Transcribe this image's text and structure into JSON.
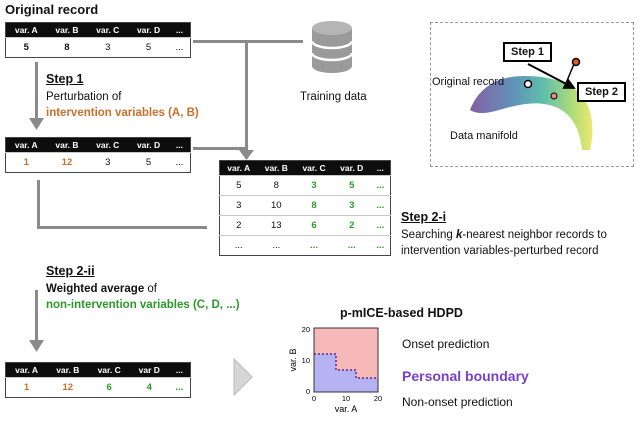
{
  "original_record": {
    "title": "Original record",
    "headers": [
      "var. A",
      "var. B",
      "var. C",
      "var. D",
      "..."
    ],
    "row": [
      "5",
      "8",
      "3",
      "5",
      "..."
    ]
  },
  "step1": {
    "title": "Step 1",
    "line1": "Perturbation of",
    "line2": "intervention variables (A, B)",
    "headers": [
      "var. A",
      "var. B",
      "var. C",
      "var. D",
      "..."
    ],
    "row": [
      "1",
      "12",
      "3",
      "5",
      "..."
    ]
  },
  "training": {
    "label": "Training data",
    "icon": "database-icon"
  },
  "manifold": {
    "step1_label": "Step 1",
    "step2_label": "Step 2",
    "original_label": "Original record",
    "manifold_label": "Data manifold"
  },
  "step2i": {
    "title": "Step 2-i",
    "line1_pre": "Searching ",
    "line1_k": "k",
    "line1_post": "-nearest neighbor records to",
    "line2": "intervention variables-perturbed record",
    "headers": [
      "var. A",
      "var. B",
      "var. C",
      "var. D",
      "..."
    ],
    "rows": [
      [
        "5",
        "8",
        "3",
        "5",
        "..."
      ],
      [
        "3",
        "10",
        "8",
        "3",
        "..."
      ],
      [
        "2",
        "13",
        "6",
        "2",
        "..."
      ],
      [
        "...",
        "...",
        "...",
        "...",
        "..."
      ]
    ]
  },
  "step2ii": {
    "title": "Step 2-ii",
    "line1_bold": "Weighted average",
    "line1_rest": " of",
    "line2": "non-intervention variables (C, D, ...)",
    "headers": [
      "var. A",
      "var. B",
      "var. C",
      "var D",
      "..."
    ],
    "row": [
      "1",
      "12",
      "6",
      "4",
      "..."
    ]
  },
  "hdpd": {
    "title": "p-mICE-based HDPD",
    "xlabel": "var. A",
    "ylabel": "var. B",
    "x_ticks": [
      "0",
      "10",
      "20"
    ],
    "y_ticks": [
      "0",
      "10",
      "20"
    ],
    "onset": "Onset prediction",
    "boundary": "Personal boundary",
    "nononset": "Non-onset prediction"
  },
  "colors": {
    "orange": "#c8702a",
    "green": "#2a9a2a",
    "purple": "#7a3fc8",
    "onset_region": "#f6b8b8",
    "nononset_region": "#b5b3f2"
  }
}
